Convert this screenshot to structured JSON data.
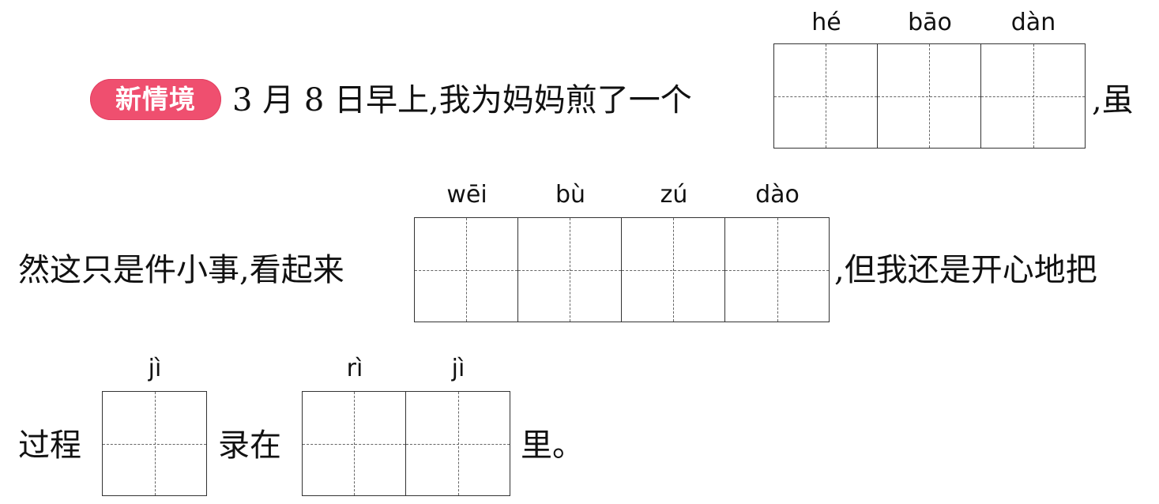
{
  "badge": {
    "label": "新情境"
  },
  "line1": {
    "before": "3 月 8 日早上,我为妈妈煎了一个",
    "after": ",虽",
    "pinyin": [
      "hé",
      "bāo",
      "dàn"
    ]
  },
  "line2": {
    "before": "然这只是件小事,看起来",
    "after": ",但我还是开心地把",
    "pinyin": [
      "wēi",
      "bù",
      "zú",
      "dào"
    ]
  },
  "line3": {
    "part1": "过程",
    "pinyin1": [
      "jì"
    ],
    "part2": "录在",
    "pinyin2": [
      "rì",
      "jì"
    ],
    "part3": "里。"
  },
  "colors": {
    "badge_background": "#ef4f6f",
    "badge_text": "#ffffff",
    "text": "#111111",
    "grid_border": "#333333",
    "grid_guides": "#666666"
  }
}
